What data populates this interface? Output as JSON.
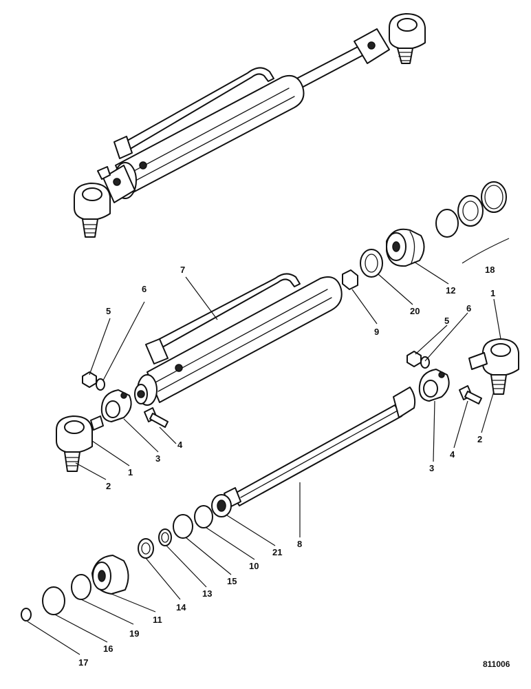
{
  "diagram": {
    "reference_number": "811006",
    "callouts": [
      {
        "id": "c1a",
        "label": "1"
      },
      {
        "id": "c1b",
        "label": "1"
      },
      {
        "id": "c2a",
        "label": "2"
      },
      {
        "id": "c2b",
        "label": "2"
      },
      {
        "id": "c3a",
        "label": "3"
      },
      {
        "id": "c3b",
        "label": "3"
      },
      {
        "id": "c4a",
        "label": "4"
      },
      {
        "id": "c4b",
        "label": "4"
      },
      {
        "id": "c5a",
        "label": "5"
      },
      {
        "id": "c5b",
        "label": "5"
      },
      {
        "id": "c6a",
        "label": "6"
      },
      {
        "id": "c6b",
        "label": "6"
      },
      {
        "id": "c7",
        "label": "7"
      },
      {
        "id": "c8",
        "label": "8"
      },
      {
        "id": "c9",
        "label": "9"
      },
      {
        "id": "c10",
        "label": "10"
      },
      {
        "id": "c11",
        "label": "11"
      },
      {
        "id": "c12",
        "label": "12"
      },
      {
        "id": "c13",
        "label": "13"
      },
      {
        "id": "c14",
        "label": "14"
      },
      {
        "id": "c15",
        "label": "15"
      },
      {
        "id": "c16",
        "label": "16"
      },
      {
        "id": "c17",
        "label": "17"
      },
      {
        "id": "c18",
        "label": "18"
      },
      {
        "id": "c19",
        "label": "19"
      },
      {
        "id": "c20",
        "label": "20"
      },
      {
        "id": "c21",
        "label": "21"
      }
    ]
  }
}
